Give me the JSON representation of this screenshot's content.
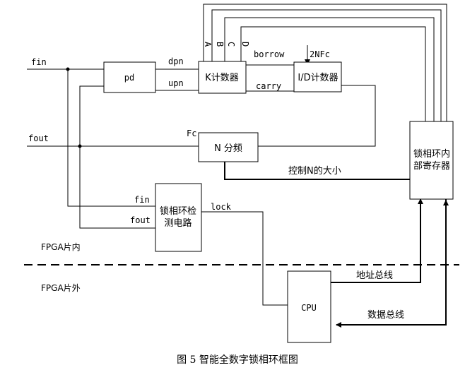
{
  "blocks": {
    "pd": "pd",
    "k_counter": "K计数器",
    "id_counter": "I/D计数器",
    "n_divider": "N 分频",
    "lock_detect_line1": "锁相环检",
    "lock_detect_line2": "测电路",
    "regs_line1": "锁相环内",
    "regs_line2": "部寄存器",
    "cpu": "CPU"
  },
  "signals": {
    "fin": "fin",
    "fout": "fout",
    "dpn": "dpn",
    "upn": "upn",
    "borrow": "borrow",
    "carry": "carry",
    "two_nfc": "2NFc",
    "fc": "Fc",
    "a": "A",
    "b": "B",
    "c": "C",
    "d": "D",
    "fin_detect": "fin",
    "fout_detect": "fout",
    "lock": "lock",
    "control_n": "控制N的大小",
    "address_bus": "地址总线",
    "data_bus": "数据总线"
  },
  "regions": {
    "inside": "FPGA片内",
    "outside": "FPGA片外"
  },
  "caption": "图 5  智能全数字锁相环框图"
}
